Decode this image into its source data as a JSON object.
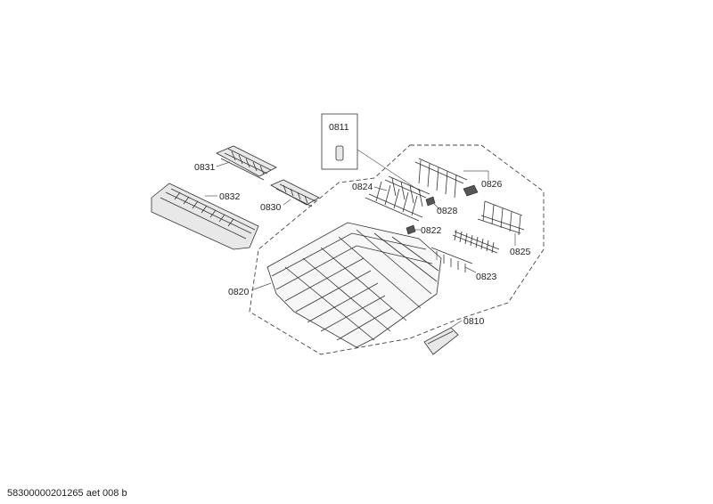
{
  "diagram": {
    "parts": [
      {
        "id": "0811",
        "label": "0811"
      },
      {
        "id": "0831",
        "label": "0831"
      },
      {
        "id": "0832",
        "label": "0832"
      },
      {
        "id": "0830",
        "label": "0830"
      },
      {
        "id": "0824",
        "label": "0824"
      },
      {
        "id": "0826",
        "label": "0826"
      },
      {
        "id": "0828",
        "label": "0828"
      },
      {
        "id": "0822",
        "label": "0822"
      },
      {
        "id": "0825",
        "label": "0825"
      },
      {
        "id": "0823",
        "label": "0823"
      },
      {
        "id": "0820",
        "label": "0820"
      },
      {
        "id": "0810",
        "label": "0810"
      }
    ]
  },
  "footer": {
    "doc_id": "58300000201265 aet 008 b"
  }
}
